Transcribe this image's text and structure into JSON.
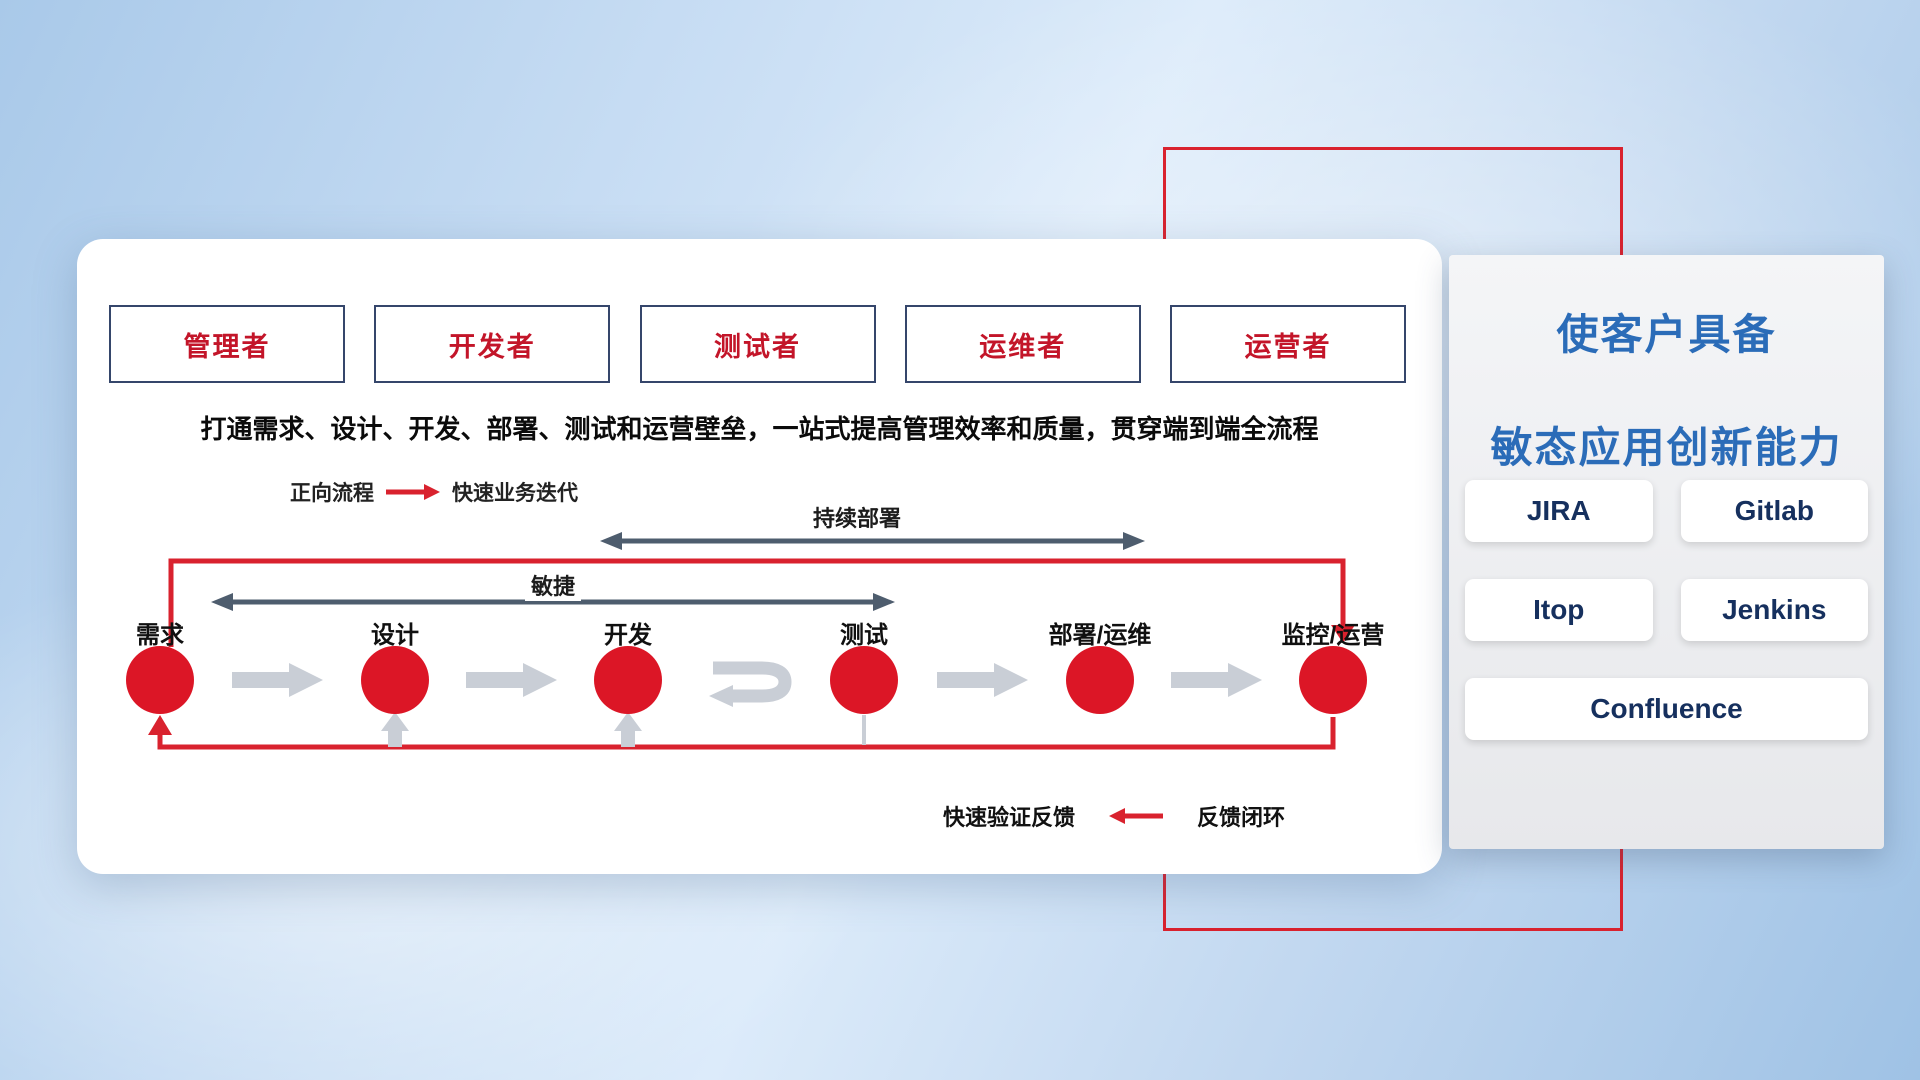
{
  "roles": [
    {
      "label": "管理者"
    },
    {
      "label": "开发者"
    },
    {
      "label": "测试者"
    },
    {
      "label": "运维者"
    },
    {
      "label": "运营者"
    }
  ],
  "subtitle": "打通需求、设计、开发、部署、测试和运营壁垒，一站式提高管理效率和质量，贯穿端到端全流程",
  "legends": {
    "forward_label": "正向流程",
    "forward_value": "快速业务迭代",
    "feedback_value": "快速验证反馈",
    "feedback_label": "反馈闭环"
  },
  "spans": {
    "continuous_deploy": "持续部署",
    "agile": "敏捷"
  },
  "stages": [
    "需求",
    "设计",
    "开发",
    "测试",
    "部署/运维",
    "监控/运营"
  ],
  "panel": {
    "title_line1": "使客户具备",
    "title_line2": "敏态应用创新能力",
    "tools": [
      "JIRA",
      "Gitlab",
      "Itop",
      "Jenkins",
      "Confluence"
    ]
  },
  "colors": {
    "accent_red": "#d9222e",
    "title_blue": "#2b6cb8",
    "dark_arrow": "#4e5d6e",
    "gray_arrow": "#c9ced6"
  }
}
